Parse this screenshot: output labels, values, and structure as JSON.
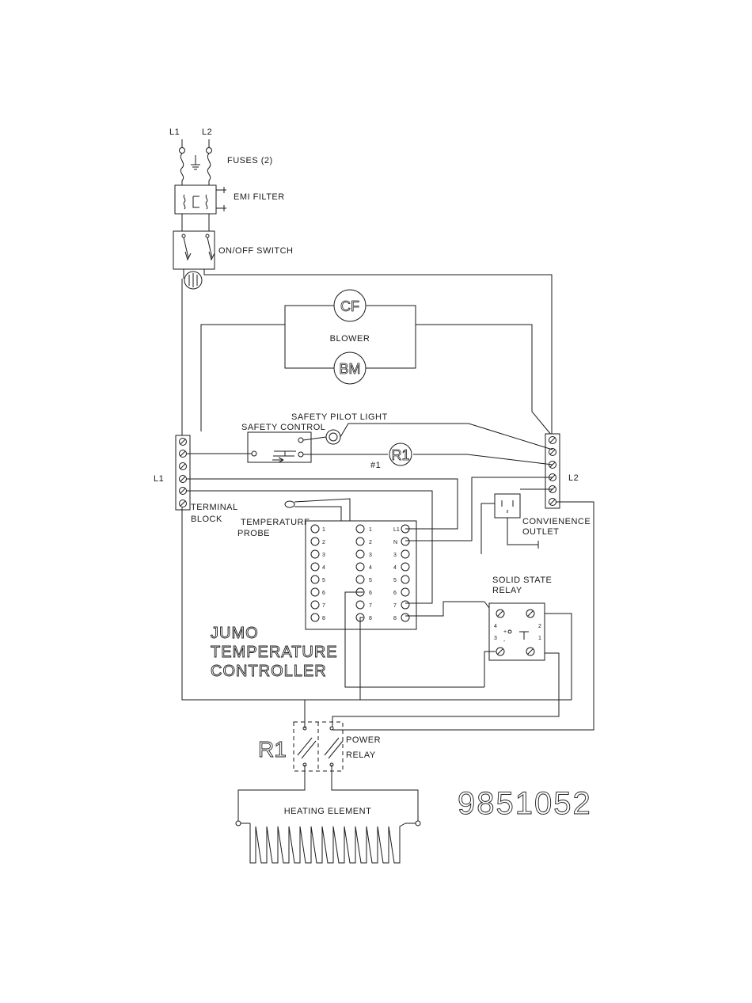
{
  "labels": {
    "l1_top": "L1",
    "l2_top": "L2",
    "fuses": "FUSES (2)",
    "emi_filter": "EMI FILTER",
    "on_off_switch": "ON/OFF SWITCH",
    "cf": "CF",
    "blower": "BLOWER",
    "bm": "BM",
    "safety_pilot_light": "SAFETY PILOT LIGHT",
    "safety_control": "SAFETY CONTROL",
    "r1_coil": "R1",
    "r1_number": "#1",
    "l1_block": "L1",
    "l2_block": "L2",
    "terminal": "TERMINAL",
    "block": "BLOCK",
    "temperature": "TEMPERATURE",
    "probe": "PROBE",
    "convenience": "CONVIENENCE",
    "outlet": "OUTLET",
    "solid_state": "SOLID STATE",
    "relay": "RELAY",
    "jumo": "JUMO",
    "temperature_big": "TEMPERATURE",
    "controller": "CONTROLLER",
    "r1_power": "R1",
    "power": "POWER",
    "relay_power": "RELAY",
    "heating_element": "HEATING ELEMENT",
    "drawing_number": "9851052"
  },
  "controller_left_terms": [
    "1",
    "2",
    "3",
    "4",
    "5",
    "6",
    "7",
    "8"
  ],
  "controller_mid_terms": [
    "1",
    "2",
    "3",
    "4",
    "5",
    "6",
    "7",
    "8"
  ],
  "controller_right_terms": [
    "L1",
    "N",
    "3",
    "4",
    "5",
    "6",
    "7",
    "8"
  ],
  "ssr_terms": [
    "4",
    "3",
    "+",
    "-",
    "2",
    "1"
  ]
}
